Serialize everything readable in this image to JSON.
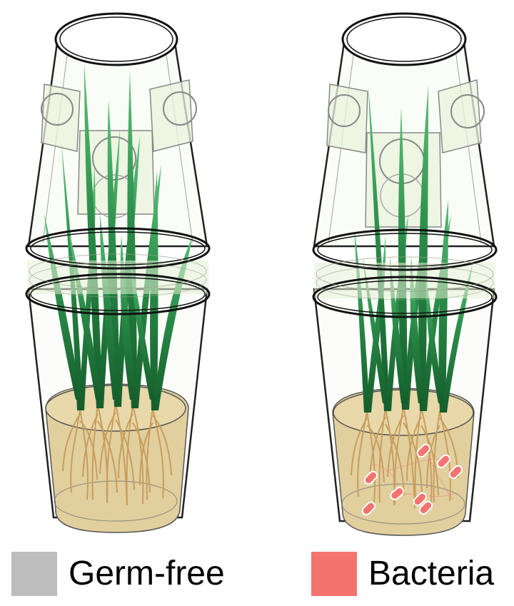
{
  "legend": [
    {
      "label": "Germ-free",
      "color": "#bdbdbd"
    },
    {
      "label": "Bacteria",
      "color": "#f4736f"
    }
  ],
  "colors": {
    "soil": "#e1cf9e",
    "root": "#c79b58",
    "leaf_dark": "#1f7a3d",
    "leaf_light": "#4fb36a",
    "bacteria": "#f4736f",
    "bacteria_outline": "#ffffff",
    "container_tint": "#eef5e4",
    "outline": "#111111"
  },
  "containers": [
    {
      "id": "germ-free",
      "bacteria_count": 0
    },
    {
      "id": "bacteria",
      "bacteria_count": 8
    }
  ]
}
